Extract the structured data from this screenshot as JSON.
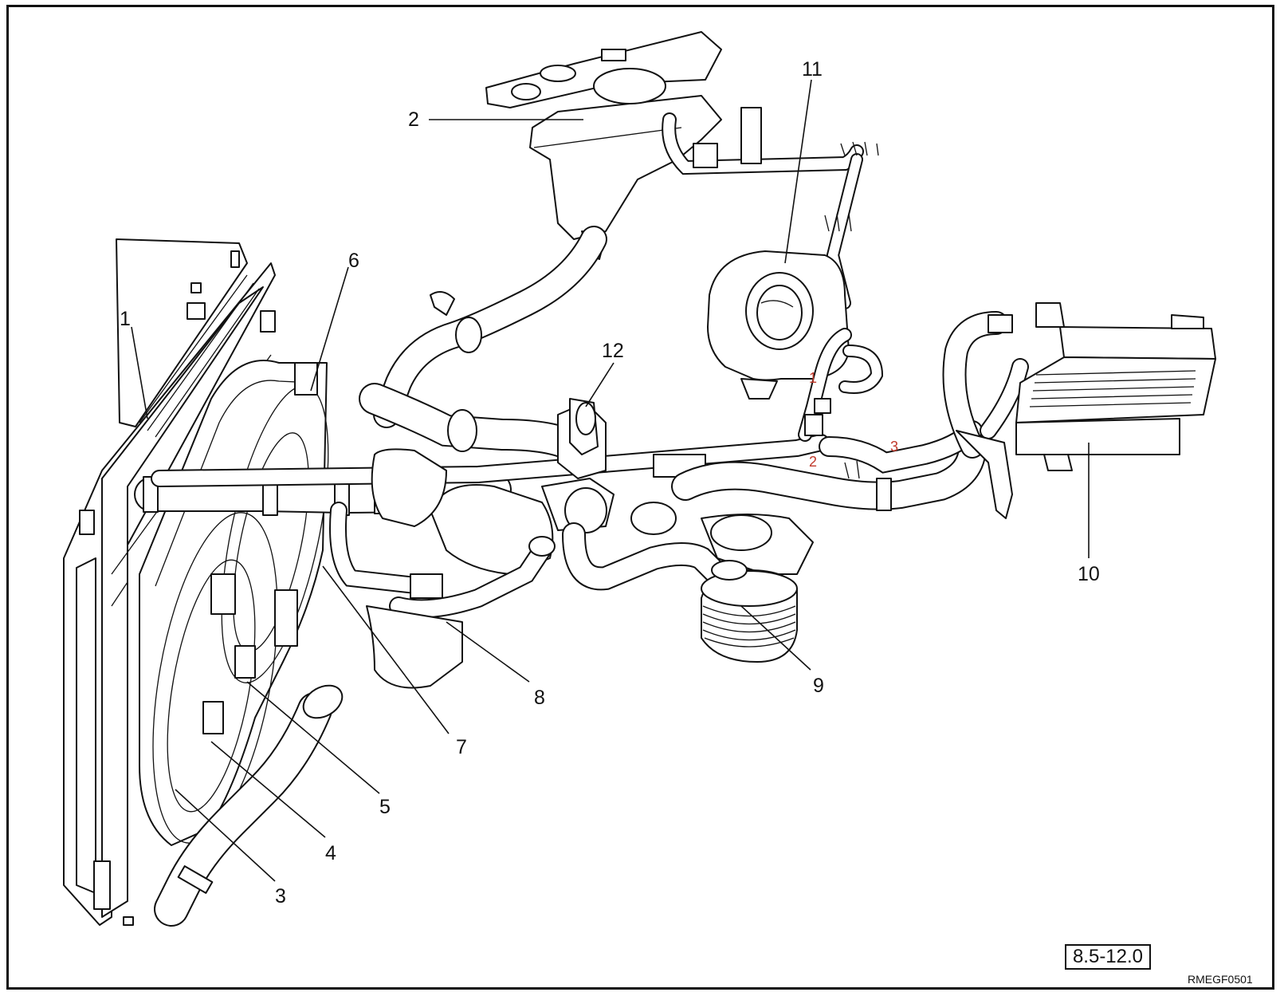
{
  "diagram": {
    "callouts": {
      "c1": "1",
      "c2": "2",
      "c3": "3",
      "c4": "4",
      "c5": "5",
      "c6": "6",
      "c7": "7",
      "c8": "8",
      "c9": "9",
      "c10": "10",
      "c11": "11",
      "c12": "12"
    },
    "sub_callouts": {
      "s1": "1",
      "s2": "2",
      "s3": "3"
    },
    "reference_box": "8.5-12.0",
    "figure_code": "RMEGF0501"
  }
}
